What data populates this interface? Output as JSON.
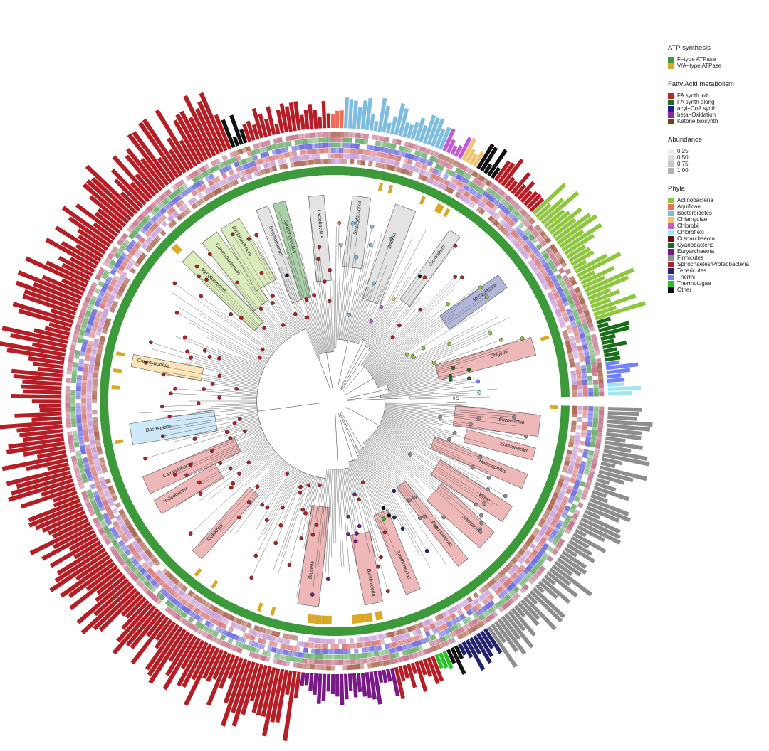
{
  "legend": {
    "atp": {
      "title": "ATP synthesis",
      "items": [
        {
          "label": "F−type ATPase",
          "color": "#3c9a3a"
        },
        {
          "label": "V/A−type ATPase",
          "color": "#d9a826"
        }
      ]
    },
    "fatty_acid": {
      "title": "Fatty Acid metabolism",
      "items": [
        {
          "label": "FA synth init",
          "color": "#b02a2a"
        },
        {
          "label": "FA synth elong",
          "color": "#1f6b1f"
        },
        {
          "label": "acyl−CoA synth",
          "color": "#1d1d9e"
        },
        {
          "label": "beta−Oxidation",
          "color": "#8a2aa0"
        },
        {
          "label": "Ketone biosynth",
          "color": "#7a3a1a"
        }
      ]
    },
    "abundance": {
      "title": "Abundance",
      "items": [
        {
          "label": "0.25",
          "color": "#ededed"
        },
        {
          "label": "0.50",
          "color": "#dcdcdc"
        },
        {
          "label": "0.75",
          "color": "#c8c8c8"
        },
        {
          "label": "1.00",
          "color": "#b0b0b0"
        }
      ]
    },
    "phyla": {
      "title": "Phyla",
      "items": [
        {
          "label": "Actinobacteria",
          "color": "#8fc640"
        },
        {
          "label": "Aquificae",
          "color": "#ef6b5b"
        },
        {
          "label": "Bacteroidetes",
          "color": "#7fbde0"
        },
        {
          "label": "Chlamydiae",
          "color": "#f3c26a"
        },
        {
          "label": "Chlorobi",
          "color": "#c25ad6"
        },
        {
          "label": "Chloroflexi",
          "color": "#9ee6f0"
        },
        {
          "label": "Crenarchaeota",
          "color": "#6a1010"
        },
        {
          "label": "Cyanobacteria",
          "color": "#1a6d1a"
        },
        {
          "label": "Euryarchaeota",
          "color": "#7a1a88"
        },
        {
          "label": "Firmicutes",
          "color": "#8e8e8e"
        },
        {
          "label": "Spirochaetes/Proteobacteria",
          "color": "#b41e24"
        },
        {
          "label": "Tenericutes",
          "color": "#22226e"
        },
        {
          "label": "Thermi",
          "color": "#7080ff"
        },
        {
          "label": "Thermotogae",
          "color": "#26c226"
        },
        {
          "label": "Other",
          "color": "#111111"
        }
      ]
    }
  },
  "clades": [
    {
      "label": "Streptococcus",
      "phylum": "Firmicutes"
    },
    {
      "label": "Lactobacillus",
      "phylum": "Firmicutes"
    },
    {
      "label": "Staphylococcus",
      "phylum": "Firmicutes"
    },
    {
      "label": "Bacillus",
      "phylum": "Firmicutes"
    },
    {
      "label": "Clostridium",
      "phylum": "Firmicutes"
    },
    {
      "label": "Mycoplasma",
      "phylum": "Tenericutes"
    },
    {
      "label": "Shigella",
      "phylum": "Spirochaetes/Proteobacteria"
    },
    {
      "label": "Escherichia",
      "phylum": "Spirochaetes/Proteobacteria"
    },
    {
      "label": "Enterobacter",
      "phylum": "Spirochaetes/Proteobacteria"
    },
    {
      "label": "Haemophilus",
      "phylum": "Spirochaetes/Proteobacteria"
    },
    {
      "label": "Vibrio",
      "phylum": "Spirochaetes/Proteobacteria"
    },
    {
      "label": "Shewanella",
      "phylum": "Spirochaetes/Proteobacteria"
    },
    {
      "label": "Pseudomonas",
      "phylum": "Spirochaetes/Proteobacteria"
    },
    {
      "label": "Xanthomonas",
      "phylum": "Spirochaetes/Proteobacteria"
    },
    {
      "label": "Burkholderia",
      "phylum": "Spirochaetes/Proteobacteria"
    },
    {
      "label": "Brucella",
      "phylum": "Spirochaetes/Proteobacteria"
    },
    {
      "label": "Rickettsia",
      "phylum": "Spirochaetes/Proteobacteria"
    },
    {
      "label": "Helicobacter",
      "phylum": "Spirochaetes/Proteobacteria"
    },
    {
      "label": "Campylobacter",
      "phylum": "Spirochaetes/Proteobacteria"
    },
    {
      "label": "Bacteroides",
      "phylum": "Bacteroidetes"
    },
    {
      "label": "Chlamydophila",
      "phylum": "Chlamydiae"
    },
    {
      "label": "Mycobacterium",
      "phylum": "Actinobacteria"
    },
    {
      "label": "Corynebacterium",
      "phylum": "Actinobacteria"
    },
    {
      "label": "Bifidobacterium",
      "phylum": "Actinobacteria"
    },
    {
      "label": "Synechococcus",
      "phylum": "Cyanobacteria"
    }
  ],
  "phylum_sectors": [
    {
      "phylum": "Firmicutes",
      "leaves": 62
    },
    {
      "phylum": "Tenericutes",
      "leaves": 8
    },
    {
      "phylum": "Other",
      "leaves": 3
    },
    {
      "phylum": "Thermotogae",
      "leaves": 3
    },
    {
      "phylum": "Spirochaetes/Proteobacteria",
      "leaves": 10
    },
    {
      "phylum": "Euryarchaeota",
      "leaves": 22
    },
    {
      "phylum": "Spirochaetes/Proteobacteria",
      "leaves": 170
    },
    {
      "phylum": "Other",
      "leaves": 4
    },
    {
      "phylum": "Spirochaetes/Proteobacteria",
      "leaves": 20
    },
    {
      "phylum": "Aquificae",
      "leaves": 3
    },
    {
      "phylum": "Bacteroidetes",
      "leaves": 24
    },
    {
      "phylum": "Chlorobi",
      "leaves": 5
    },
    {
      "phylum": "Chlamydiae",
      "leaves": 4
    },
    {
      "phylum": "Other",
      "leaves": 5
    },
    {
      "phylum": "Spirochaetes/Proteobacteria",
      "leaves": 12
    },
    {
      "phylum": "Actinobacteria",
      "leaves": 30
    },
    {
      "phylum": "Cyanobacteria",
      "leaves": 10
    },
    {
      "phylum": "Thermi",
      "leaves": 5
    },
    {
      "phylum": "Chloroflexi",
      "leaves": 3
    }
  ],
  "scale_bar": {
    "label": "0.5"
  }
}
